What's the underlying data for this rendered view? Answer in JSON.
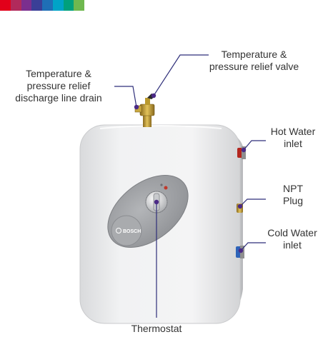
{
  "brand_stripe_colors": [
    "#e2001a",
    "#b12a5b",
    "#7b2f8e",
    "#3a3f97",
    "#1f6fb6",
    "#00a3c7",
    "#00a07d",
    "#6fb84f"
  ],
  "product": {
    "logo_text": "BOSCH"
  },
  "labels": {
    "relief_valve": {
      "line1": "Temperature &",
      "line2": "pressure relief valve"
    },
    "discharge_drain": {
      "line1": "Temperature &",
      "line2": "pressure relief",
      "line3": "discharge line drain"
    },
    "hot_water": {
      "line1": "Hot Water",
      "line2": "inlet"
    },
    "npt_plug": {
      "line1": "NPT",
      "line2": "Plug"
    },
    "cold_water": {
      "line1": "Cold Water",
      "line2": "inlet"
    },
    "thermostat": {
      "line1": "Thermostat"
    }
  },
  "colors": {
    "leader_line": "#2f2f7a",
    "leader_dot": "#4b2a87"
  }
}
